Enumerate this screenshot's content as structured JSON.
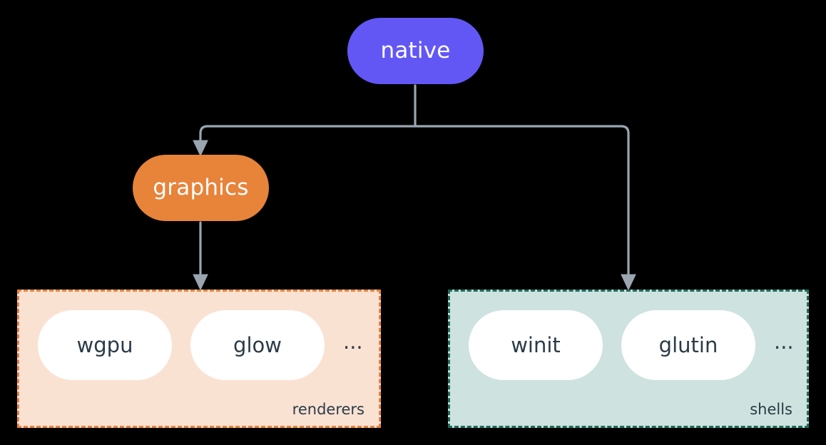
{
  "diagram": {
    "title": "native",
    "background_color": "#000000",
    "connector_color": "#9AA5B1",
    "nodes": [
      {
        "id": "native",
        "label": "native",
        "fill": "#6257F5",
        "text_color": "#FFFFFF"
      },
      {
        "id": "graphics",
        "label": "graphics",
        "fill": "#E8833A",
        "text_color": "#FFFFFF"
      }
    ],
    "groups": [
      {
        "id": "renderers",
        "label": "renderers",
        "fill": "#FAE2D3",
        "border_color": "#E8833A",
        "text_color": "#2A3B47",
        "items": [
          "wgpu",
          "glow"
        ],
        "more": "..."
      },
      {
        "id": "shells",
        "label": "shells",
        "fill": "#CEE2DF",
        "border_color": "#1F6B5C",
        "text_color": "#2A3B47",
        "items": [
          "winit",
          "glutin"
        ],
        "more": "..."
      }
    ],
    "edges": [
      {
        "from": "native",
        "to": "graphics"
      },
      {
        "from": "native",
        "to": "shells"
      },
      {
        "from": "graphics",
        "to": "renderers"
      }
    ]
  }
}
